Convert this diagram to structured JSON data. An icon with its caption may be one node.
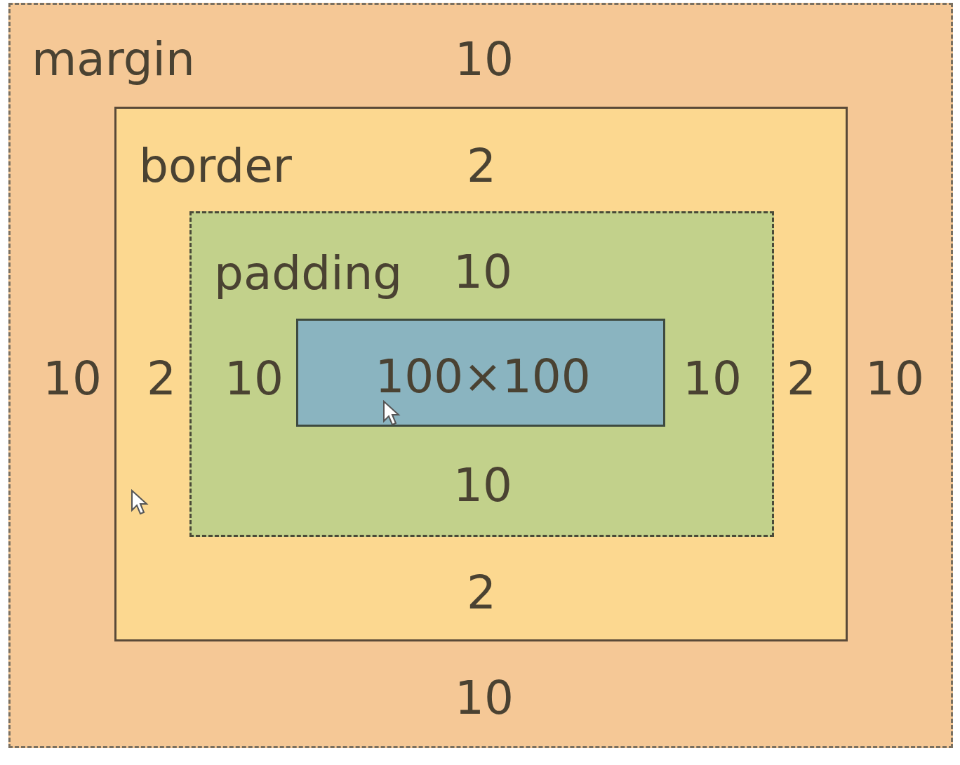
{
  "diagram": {
    "nodes": [
      {
        "text": [
          "margin",
          "10",
          "10",
          "10",
          "10"
        ]
      },
      {
        "text": [
          "border",
          "2",
          "2",
          "2",
          "2"
        ],
        "in": 0
      },
      {
        "text": [
          "padding",
          "10",
          "10",
          "10",
          "10"
        ],
        "in": 1
      },
      {
        "text": [
          "100×100"
        ],
        "in": 2
      }
    ]
  }
}
